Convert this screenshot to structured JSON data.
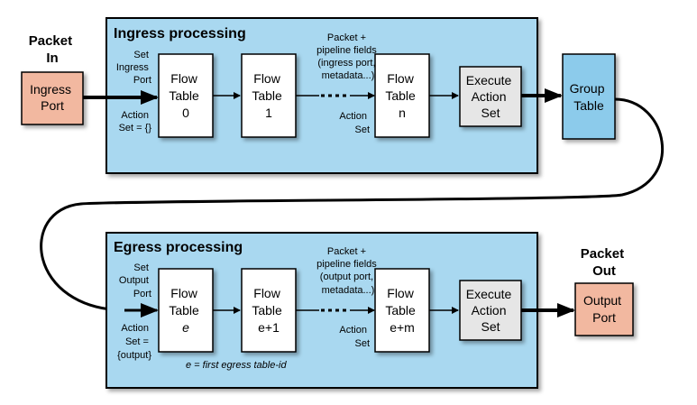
{
  "colors": {
    "panel": "#A9D8F0",
    "panel_stroke": "#000000",
    "port": "#F2B8A0",
    "group": "#8CCBEB",
    "execute": "#E6E6E6",
    "table": "#FFFFFF"
  },
  "packet_in": {
    "line1": "Packet",
    "line2": "In"
  },
  "ingress_port": {
    "line1": "Ingress",
    "line2": "Port"
  },
  "ingress": {
    "title": "Ingress processing",
    "set_label": {
      "line1": "Set",
      "line2": "Ingress",
      "line3": "Port"
    },
    "action_label": {
      "line1": "Action",
      "line2": "Set = {}"
    },
    "pipeline_note": {
      "line1": "Packet +",
      "line2": "pipeline fields",
      "line3": "(ingress port,",
      "line4": "metadata...)"
    },
    "action_set_label": {
      "line1": "Action",
      "line2": "Set"
    },
    "tables": [
      {
        "line1": "Flow",
        "line2": "Table",
        "line3": "0"
      },
      {
        "line1": "Flow",
        "line2": "Table",
        "line3": "1"
      },
      {
        "line1": "Flow",
        "line2": "Table",
        "line3": "n"
      }
    ],
    "execute": {
      "line1": "Execute",
      "line2": "Action",
      "line3": "Set"
    }
  },
  "group_table": {
    "line1": "Group",
    "line2": "Table"
  },
  "egress": {
    "title": "Egress processing",
    "set_label": {
      "line1": "Set",
      "line2": "Output",
      "line3": "Port"
    },
    "action_label": {
      "line1": "Action",
      "line2": "Set =",
      "line3": "{output}"
    },
    "pipeline_note": {
      "line1": "Packet +",
      "line2": "pipeline fields",
      "line3": "(output port,",
      "line4": "metadata...)"
    },
    "action_set_label": {
      "line1": "Action",
      "line2": "Set"
    },
    "tables": [
      {
        "line1": "Flow",
        "line2": "Table",
        "line3": "e"
      },
      {
        "line1": "Flow",
        "line2": "Table",
        "line3": "e+1"
      },
      {
        "line1": "Flow",
        "line2": "Table",
        "line3": "e+m"
      }
    ],
    "execute": {
      "line1": "Execute",
      "line2": "Action",
      "line3": "Set"
    },
    "footnote": "e = first egress table-id"
  },
  "packet_out": {
    "line1": "Packet",
    "line2": "Out"
  },
  "output_port": {
    "line1": "Output",
    "line2": "Port"
  }
}
